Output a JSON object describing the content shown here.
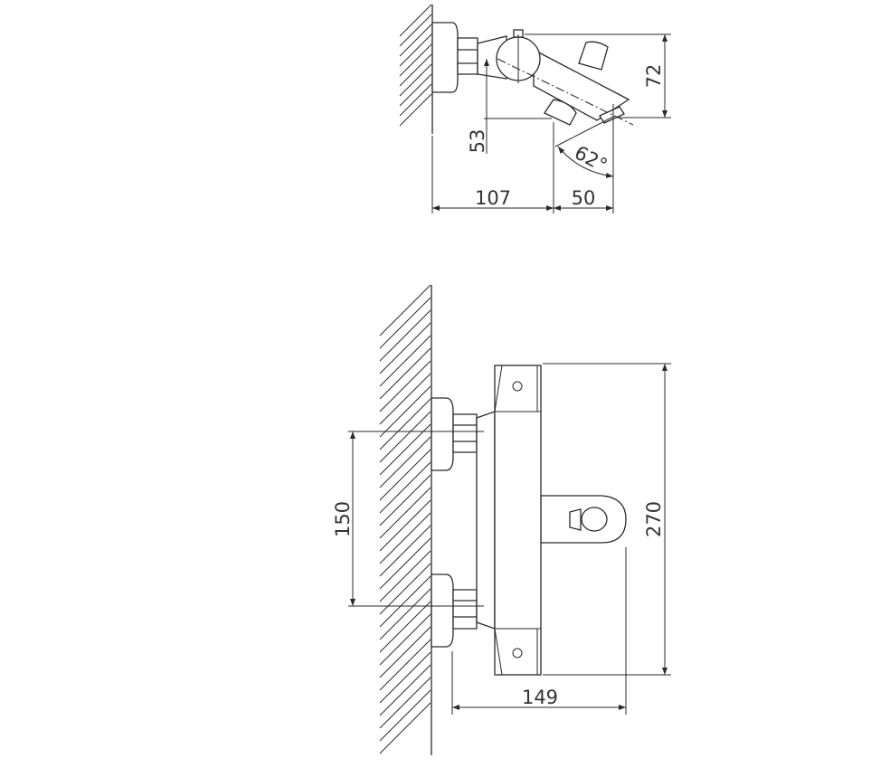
{
  "side_view": {
    "dimensions": {
      "height_total": "72",
      "outlet_height": "53",
      "depth_to_outlet": "107",
      "outlet_extension": "50",
      "spout_angle": "62°"
    }
  },
  "front_view": {
    "dimensions": {
      "inlet_spacing": "150",
      "height_total": "270",
      "depth_total": "149"
    }
  }
}
